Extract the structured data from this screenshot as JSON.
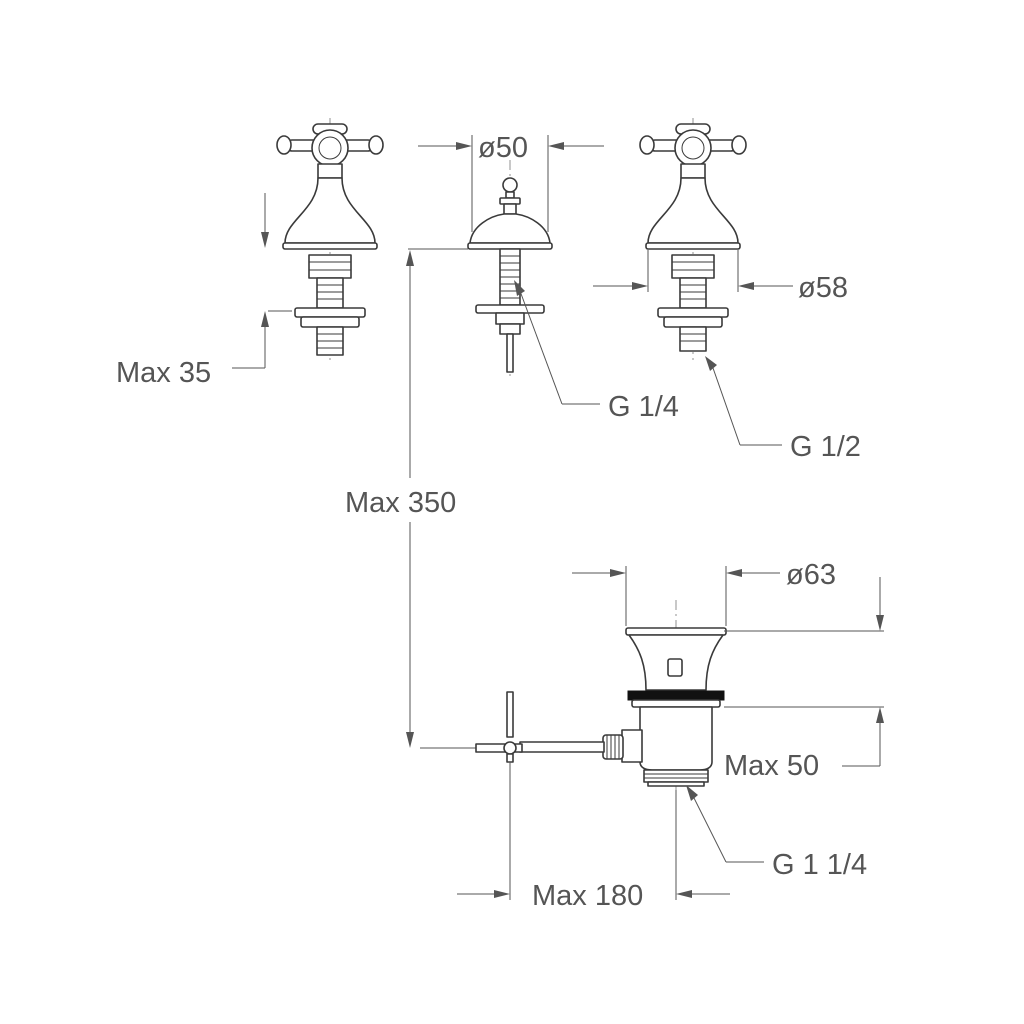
{
  "labels": {
    "dia_50": "ø50",
    "dia_58": "ø58",
    "dia_63": "ø63",
    "max_35": "Max 35",
    "max_350": "Max 350",
    "max_50": "Max 50",
    "max_180": "Max 180",
    "thread_1_4": "G 1/4",
    "thread_1_2": "G 1/2",
    "thread_1_1_4": "G 1 1/4"
  },
  "colors": {
    "line": "#3a3a3a",
    "dimension": "#555555",
    "gasket": "#111111"
  }
}
